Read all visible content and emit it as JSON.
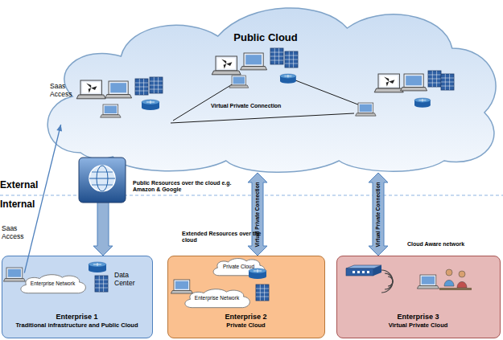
{
  "diagram": {
    "nodes": [
      {
        "text": [
          "Public Cloud"
        ]
      },
      {
        "text": [
          "Saas Access"
        ],
        "in": 0
      },
      {
        "text": [
          "Enterprise 1",
          "Traditional infrastructure and Public Cloud"
        ]
      },
      {
        "text": [
          "Enterprise Network"
        ],
        "in": 2
      },
      {
        "text": [
          "Enterprise 2",
          "Private Cloud"
        ]
      },
      {
        "text": [
          "Private Cloud"
        ],
        "in": 4
      },
      {
        "text": [
          "Enterprise Network"
        ],
        "in": 4
      },
      {
        "text": [
          "Enterprise 3",
          "Virtual Private Cloud"
        ]
      }
    ],
    "edges": [
      {
        "from": 2,
        "to": 0,
        "arrow": "both",
        "label": "Public Resources over the cloud e.g. Amazon & Google"
      },
      {
        "from": 3,
        "to": 1,
        "arrow": "to",
        "label": "Saas Access"
      },
      {
        "from": 4,
        "to": 0,
        "arrow": "both",
        "label": "Virtual Private Connection"
      },
      {
        "from": 7,
        "to": 0,
        "arrow": "both",
        "label": "Virtual Private Connection"
      }
    ],
    "labels": [
      "External",
      "Internal",
      "Virtual Private Connection",
      "Data Center",
      "Extended Resources over the cloud",
      "Cloud Aware network"
    ]
  }
}
